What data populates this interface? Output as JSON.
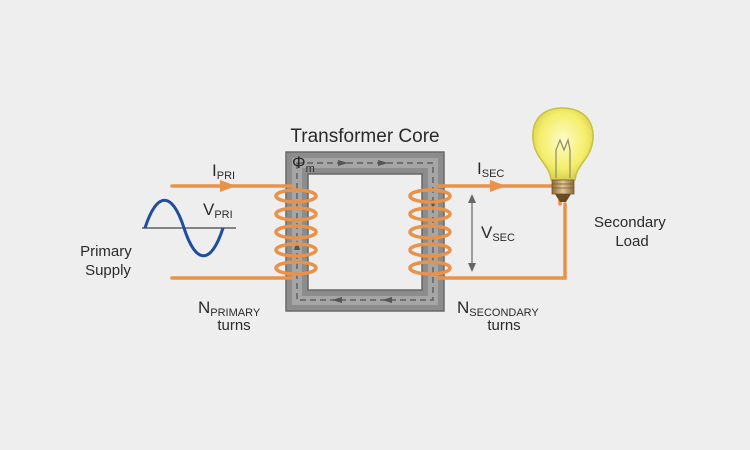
{
  "diagram": {
    "title": "Transformer Core",
    "flux": {
      "symbol": "Φ",
      "sub": "m"
    },
    "primary_current": {
      "main": "I",
      "sub": "PRI"
    },
    "secondary_current": {
      "main": "I",
      "sub": "SEC"
    },
    "primary_voltage": {
      "main": "V",
      "sub": "PRI"
    },
    "secondary_voltage": {
      "main": "V",
      "sub": "SEC"
    },
    "primary_supply": {
      "line1": "Primary",
      "line2": "Supply"
    },
    "secondary_load": {
      "line1": "Secondary",
      "line2": "Load"
    },
    "primary_turns": {
      "main": "N",
      "sub": "PRIMARY",
      "line2": "turns"
    },
    "secondary_turns": {
      "main": "N",
      "sub": "SECONDARY",
      "line2": "turns"
    },
    "colors": {
      "wire": "#e8924a",
      "core": "#8c8c8c",
      "sine": "#1e4e9c",
      "bulb": "#f4ee6a"
    }
  }
}
